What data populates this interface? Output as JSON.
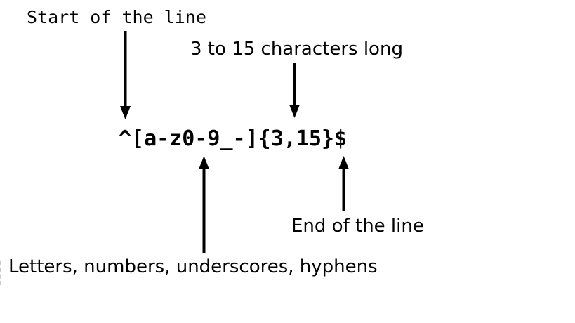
{
  "regex": {
    "pattern": "^[a-z0-9_-]{3,15}$"
  },
  "annotations": {
    "start_of_line": "Start of the line",
    "length": "3 to 15 characters long",
    "end_of_line": "End of the line",
    "character_set": "Letters, numbers, underscores, hyphens"
  },
  "colors": {
    "background": "#ffffff",
    "text": "#000000",
    "arrow": "#000000"
  }
}
